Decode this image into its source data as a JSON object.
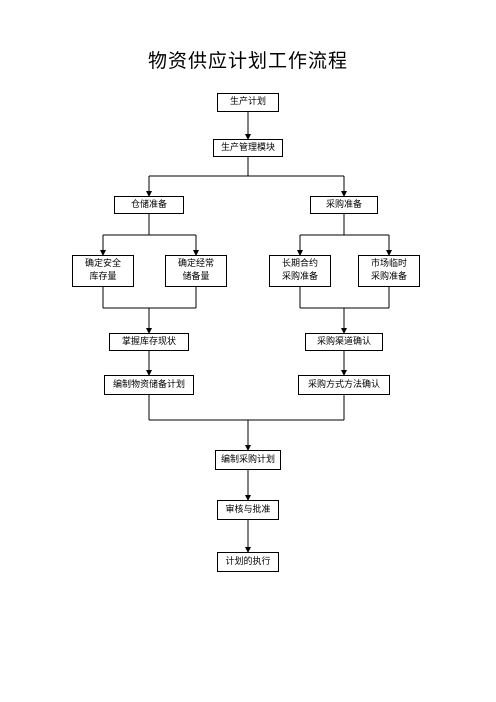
{
  "title": "物资供应计划工作流程",
  "nodes": {
    "production_plan": "生产计划",
    "production_mgmt": "生产管理模块",
    "storage_prep": "仓储准备",
    "purchase_prep": "采购准备",
    "safety_stock": [
      "确定安全",
      "库存量"
    ],
    "regular_reserve": [
      "确定经常",
      "储备量"
    ],
    "long_term_contract": [
      "长期合约",
      "采购准备"
    ],
    "market_temp": [
      "市场临时",
      "采购准备"
    ],
    "inventory_status": "掌握库存现状",
    "channel_confirm": "采购渠道确认",
    "storage_plan": "编制物资储备计划",
    "method_confirm": "采购方式方法确认",
    "purchase_plan": "编制采购计划",
    "review_approval": "审核与批准",
    "plan_execution": "计划的执行"
  }
}
